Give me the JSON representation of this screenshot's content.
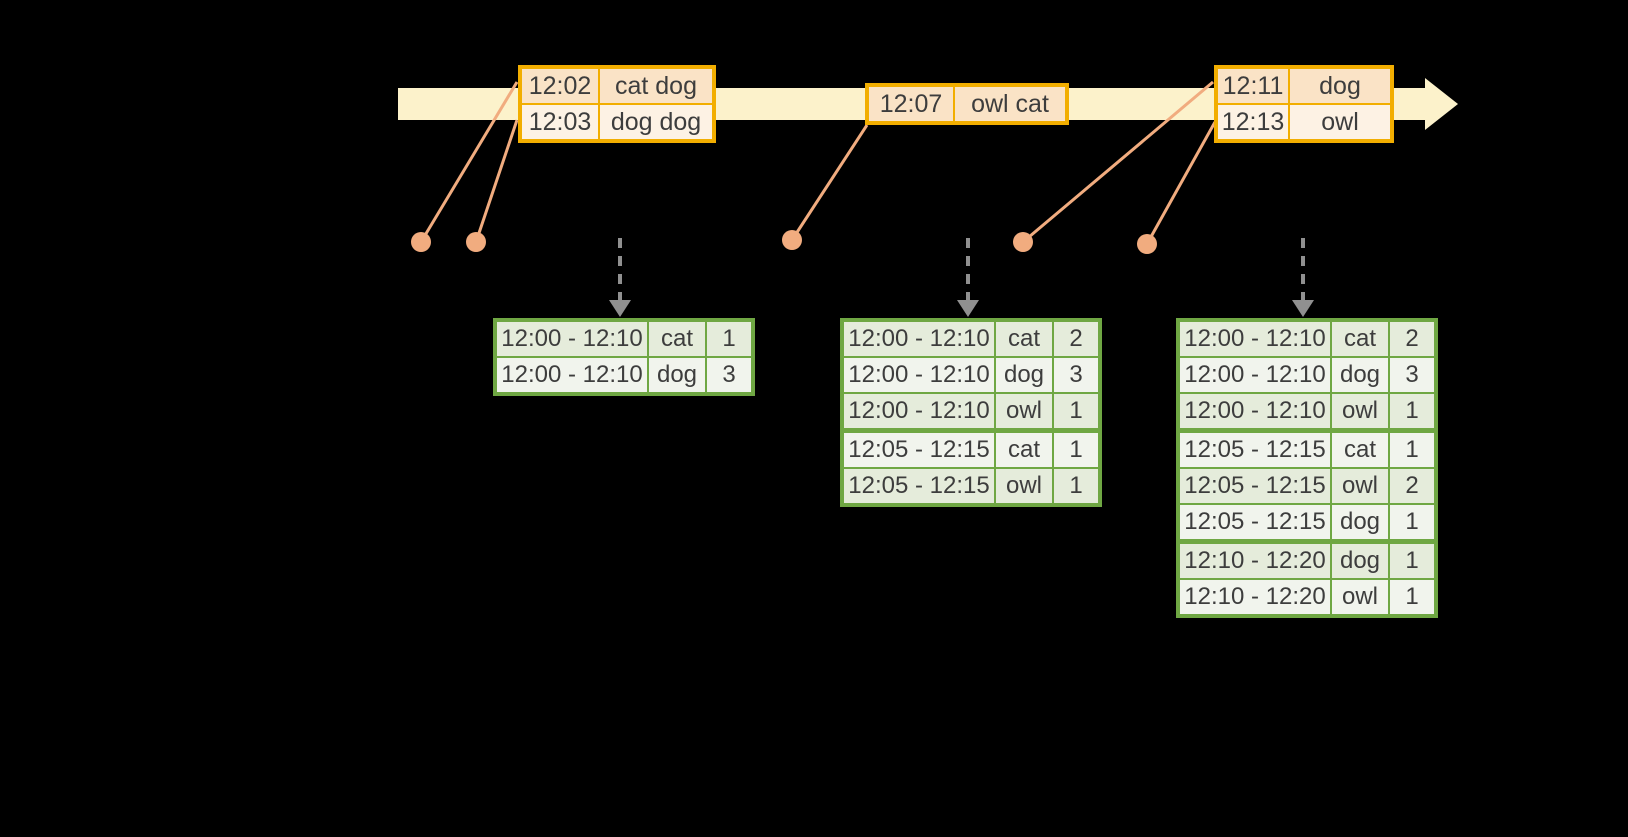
{
  "colors": {
    "background": "#000000",
    "timeline_band": "#fcf2cb",
    "event_border": "#f2ae00",
    "event_row_dark": "#fae3c6",
    "event_row_light": "#fdf2e4",
    "result_border": "#6fa743",
    "result_row_dark": "#e5ecdb",
    "result_row_light": "#f1f4ed",
    "dot": "#f1ac7f",
    "connector_line": "#f1ac7f",
    "trigger_arrow": "#909090",
    "text": "#3d3d3d"
  },
  "event_tables": [
    {
      "rows": [
        {
          "time": "12:02",
          "words": "cat dog"
        },
        {
          "time": "12:03",
          "words": "dog dog"
        }
      ]
    },
    {
      "rows": [
        {
          "time": "12:07",
          "words": "owl cat"
        }
      ]
    },
    {
      "rows": [
        {
          "time": "12:11",
          "words": "dog"
        },
        {
          "time": "12:13",
          "words": "owl"
        }
      ]
    }
  ],
  "result_tables": [
    {
      "rows": [
        {
          "window": "12:00 - 12:10",
          "word": "cat",
          "count": "1"
        },
        {
          "window": "12:00 - 12:10",
          "word": "dog",
          "count": "3"
        }
      ]
    },
    {
      "rows": [
        {
          "window": "12:00 - 12:10",
          "word": "cat",
          "count": "2"
        },
        {
          "window": "12:00 - 12:10",
          "word": "dog",
          "count": "3"
        },
        {
          "window": "12:00 - 12:10",
          "word": "owl",
          "count": "1"
        },
        {
          "window": "12:05 - 12:15",
          "word": "cat",
          "count": "1"
        },
        {
          "window": "12:05 - 12:15",
          "word": "owl",
          "count": "1"
        }
      ]
    },
    {
      "rows": [
        {
          "window": "12:00 - 12:10",
          "word": "cat",
          "count": "2"
        },
        {
          "window": "12:00 - 12:10",
          "word": "dog",
          "count": "3"
        },
        {
          "window": "12:00 - 12:10",
          "word": "owl",
          "count": "1"
        },
        {
          "window": "12:05 - 12:15",
          "word": "cat",
          "count": "1"
        },
        {
          "window": "12:05 - 12:15",
          "word": "owl",
          "count": "2"
        },
        {
          "window": "12:05 - 12:15",
          "word": "dog",
          "count": "1"
        },
        {
          "window": "12:10 - 12:20",
          "word": "dog",
          "count": "1"
        },
        {
          "window": "12:10 - 12:20",
          "word": "owl",
          "count": "1"
        }
      ]
    }
  ]
}
